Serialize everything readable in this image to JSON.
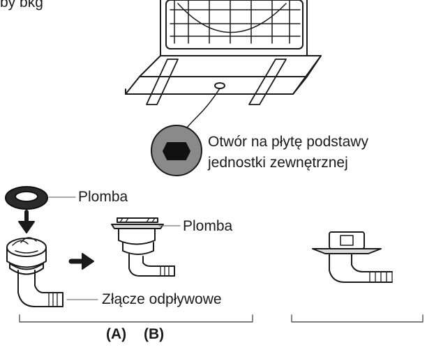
{
  "caption_top": "by bkg",
  "labels": {
    "base_hole_line1": "Otwór na płytę podstawy",
    "base_hole_line2": "jednostki zewnętrznej",
    "seal_1": "Plomba",
    "seal_2": "Plomba",
    "drain_connector": "Złącze odpływowe",
    "group_a": "(A)",
    "group_b": "(B)"
  },
  "icons": {
    "arrow_down": "arrow-down-icon",
    "arrow_right": "arrow-right-icon"
  }
}
